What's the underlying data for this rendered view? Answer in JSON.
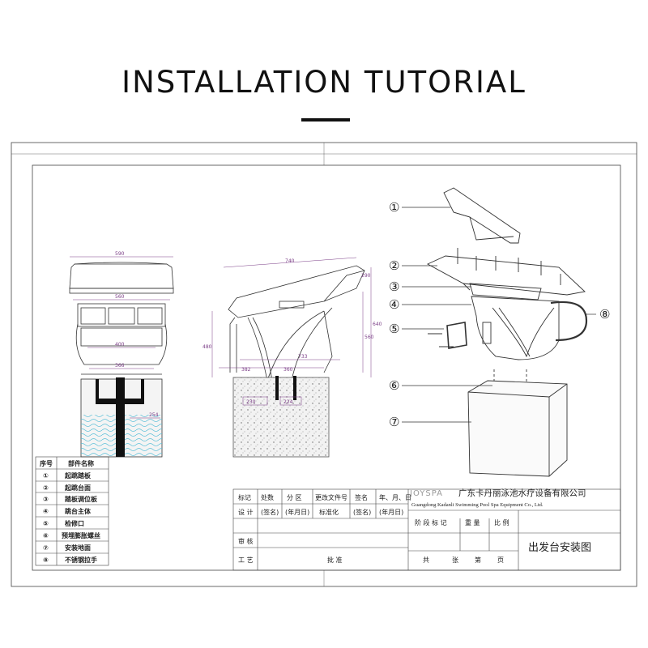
{
  "title": "INSTALLATION TUTORIAL",
  "parts_table": {
    "header": [
      "序号",
      "部件名称"
    ],
    "rows": [
      [
        "①",
        "起跳踏板"
      ],
      [
        "②",
        "起跳台面"
      ],
      [
        "③",
        "踏板调位板"
      ],
      [
        "④",
        "跳台主体"
      ],
      [
        "⑤",
        "检修口"
      ],
      [
        "⑥",
        "预埋膨胀螺丝"
      ],
      [
        "⑦",
        "安装地面"
      ],
      [
        "⑧",
        "不锈钢拉手"
      ]
    ]
  },
  "front_view_dims": [
    "590",
    "560",
    "400",
    "366",
    "254"
  ],
  "side_view_dims": [
    "740",
    "290",
    "733",
    "480",
    "560",
    "640",
    "382",
    "360",
    "230",
    "224"
  ],
  "callouts": [
    "①",
    "②",
    "③",
    "④",
    "⑤",
    "⑥",
    "⑦",
    "⑧"
  ],
  "title_block": {
    "row1": [
      "标记",
      "处数",
      "分 区",
      "更改文件号",
      "签名",
      "年、月、日"
    ],
    "row2": [
      "设 计",
      "(签名)",
      "(年月日)",
      "标准化",
      "(签名)",
      "(年月日)"
    ],
    "row3": [
      "审 核"
    ],
    "row4": [
      "工 艺",
      "批 准"
    ],
    "brand": "JOYSPA",
    "company_cn": "广东卡丹丽泳池水疗设备有限公司",
    "company_en": "Guangdong Kadanli Swimming Pool Spa Equipment Co., Ltd.",
    "stage_headers": [
      "阶 段 标 记",
      "重 量",
      "比 例"
    ],
    "drawing_name": "出发台安装图",
    "sheet_info": [
      "共",
      "张",
      "第",
      "页"
    ]
  }
}
